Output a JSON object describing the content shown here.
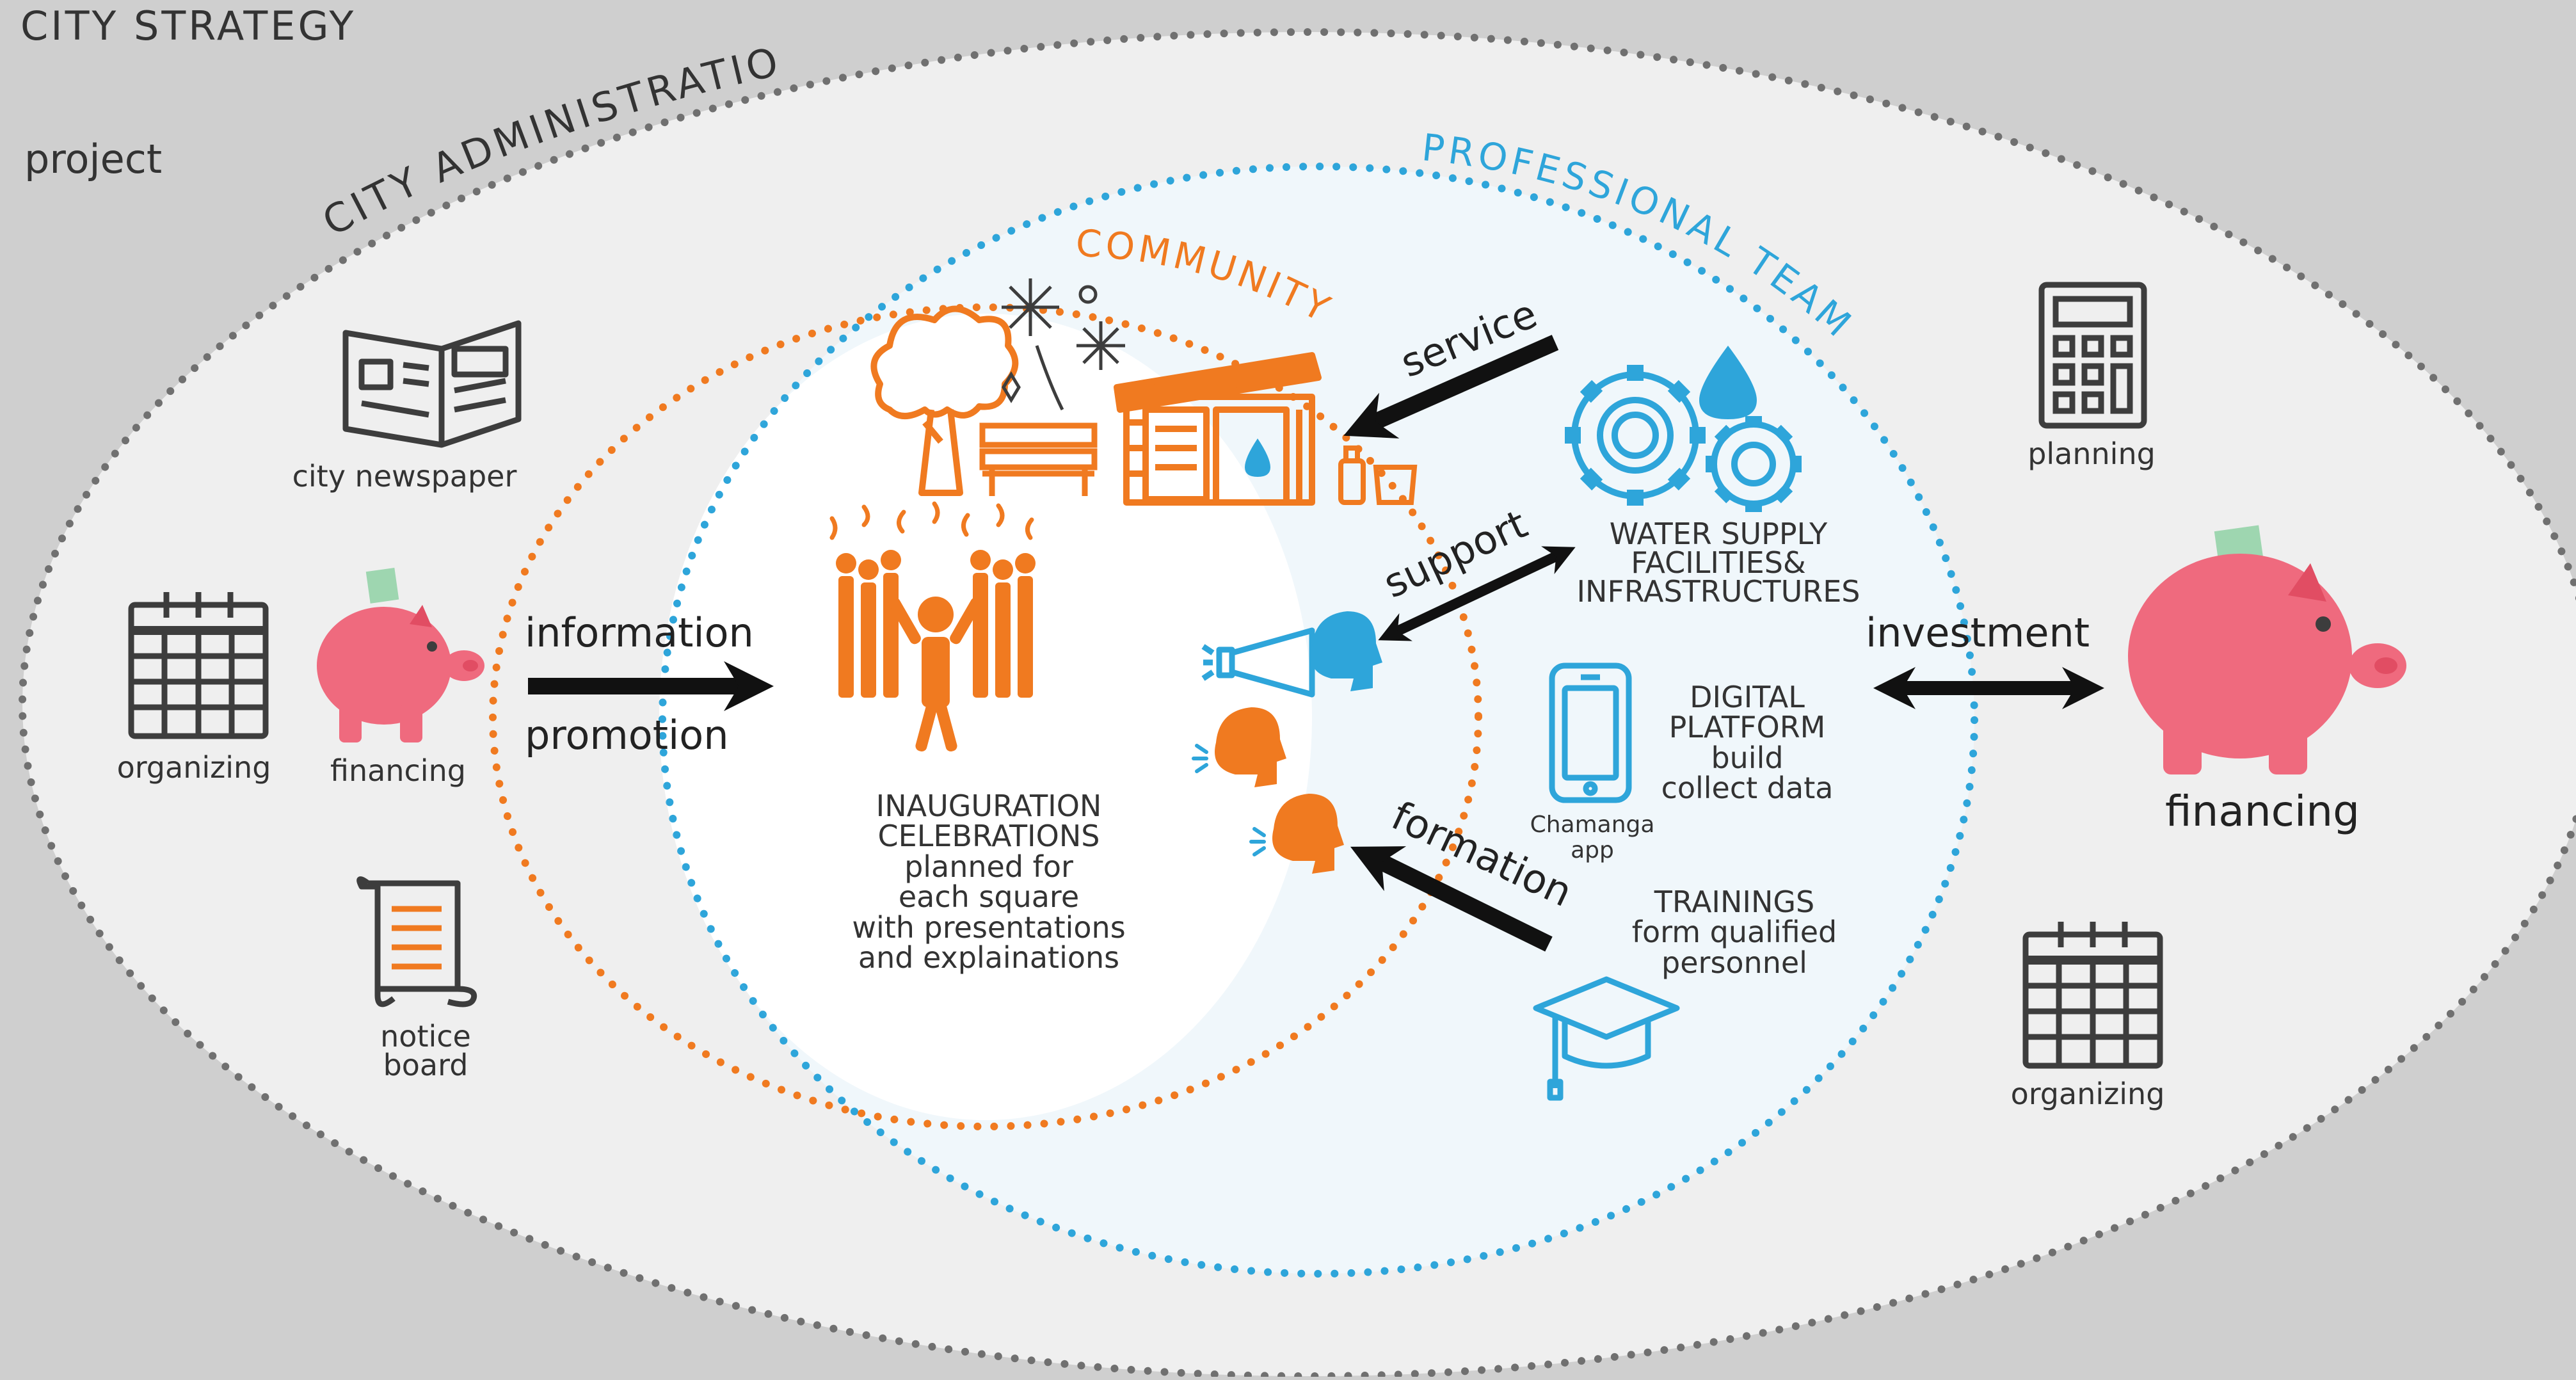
{
  "header": {
    "strategy": "CITY STRATEGY",
    "project": "project"
  },
  "rings": {
    "admin": "CITY ADMINISTRATION",
    "team": "PROFESSIONAL TEAM",
    "community": "COMMUNITY"
  },
  "left": {
    "newspaper": "city newspaper",
    "organizing": "organizing",
    "financing": "financing",
    "notice_line1": "notice",
    "notice_line2": "board"
  },
  "arrows": {
    "information": "information",
    "promotion": "promotion",
    "service": "service",
    "support": "support",
    "formation": "formation",
    "investment": "investment"
  },
  "center": {
    "line1": "INAUGURATION",
    "line2": "CELEBRATIONS",
    "line3": "planned for",
    "line4": "each square",
    "line5": "with presentations",
    "line6": "and explainations"
  },
  "team": {
    "water1": "WATER SUPPLY",
    "water2": "FACILITIES&",
    "water3": "INFRASTRUCTURES",
    "digital1": "DIGITAL",
    "digital2": "PLATFORM",
    "digital3": "build",
    "digital4": "collect data",
    "app1": "Chamanga",
    "app2": "app",
    "train1": "TRAININGS",
    "train2": "form qualified",
    "train3": "personnel"
  },
  "right": {
    "planning": "planning",
    "financing": "financing",
    "organizing": "organizing"
  },
  "colors": {
    "orange": "#F07A20",
    "blue": "#2EA5DA",
    "pink": "#EF6A7E",
    "dark": "#3d3d3d"
  }
}
